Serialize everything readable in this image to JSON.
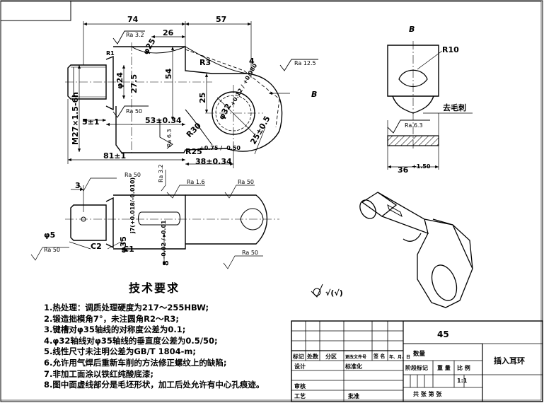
{
  "dimensions": {
    "d74": "74",
    "d57": "57",
    "d26": "26",
    "d54": "54",
    "d25": "25",
    "d5": "5±1",
    "d53": "53±0.34",
    "d81": "81±1",
    "d38": "38±0.34",
    "d25r": "25±0.5",
    "d36": "36",
    "d36tol": "+1.50",
    "d3": "3",
    "thread": "M27×1.5-6h",
    "phi24": "φ24",
    "phi25": "φ25",
    "phi32": "φ32",
    "phi32tol": "+0.12 / +0.080",
    "phi35": "φ35",
    "phi35tol": "j7(+0.018/-0.010)",
    "phi5": "φ5",
    "dim8": "8",
    "dim8tol": "-0.02 / -0.01",
    "r1": "R1",
    "r3": "R3",
    "r10": "R10",
    "r30": "R30",
    "r25": "R25",
    "r25tol": "+0.75 / -0.50",
    "c2": "C2",
    "c1": "C1",
    "dim275": "27.5",
    "ra32": "Ra 3.2",
    "ra125": "Ra 12.5",
    "ra50": "Ra 50",
    "ra63": "Ra 6.3",
    "ra16": "Ra 1.6",
    "viewB": "B",
    "label4": "4",
    "deburr": "去毛刺",
    "roughness_symbol": "√(√)"
  },
  "tech_requirements": {
    "title": "技术要求",
    "items": [
      "1.热处理：调质处理硬度为217～255HBW;",
      "2.锻造拙模角7°，未注圆角R2～R3;",
      "3.键槽对φ35轴线的对称度公差为0.1;",
      "4.φ32轴线对φ35轴线的垂直度公差为0.5/50;",
      "5.线性尺寸未注明公差为GB/T 1804-m;",
      "6.允许用气焊后重新车削的方法修正螺纹上的缺陷;",
      "7.非加工面涂以铁红纯酸底漆;",
      "8.图中面虚线部分是毛坯形状，加工后处允许有中心孔痕迹。"
    ]
  },
  "title_block": {
    "material": "45",
    "part_name": "插入耳环",
    "quantity_label": "数量",
    "scale_label": "比 例",
    "scale_value": "1:1",
    "stage_mark": "阶段标记",
    "weight": "重 量",
    "sheet_count": "共    张  第    张",
    "row_mark": "标记",
    "row_count": "处数",
    "row_zone": "分区",
    "row_docno": "更改文件号",
    "row_sign": "签 名",
    "row_date": "年、月、日",
    "design": "设计",
    "standardize": "标准化",
    "review": "审核",
    "process": "工艺",
    "approve": "批准"
  }
}
